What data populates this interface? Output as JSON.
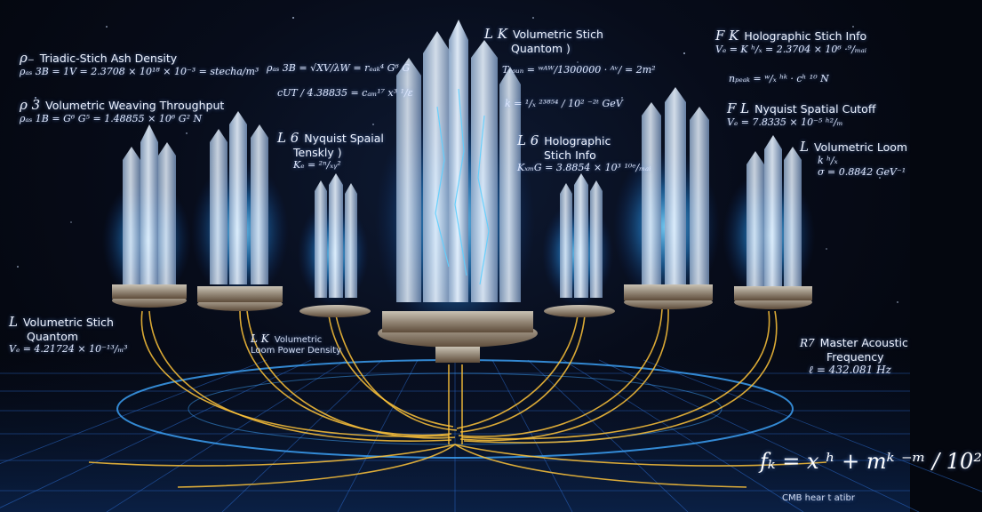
{
  "scene": {
    "description_colors": {
      "background": "#04070f",
      "crystal_glow": "#39b8ff",
      "filament": "#ffc43a",
      "grid": "#2d6fd6"
    }
  },
  "labels": [
    {
      "id": "triadic",
      "symbol": "ρ₋",
      "title": "Triadic-Stich Ash Density",
      "eq": "ρₐₛ 3B = 1V = 2.3708 × 10¹⁸ × 10⁻³ = stecha/m³"
    },
    {
      "id": "weaving",
      "symbol": "ρ 3",
      "title": "Volumetric Weaving Throughput",
      "eq": "ρₐₛ 1B = G⁶ G⁵ = 1.48855 × 10⁶ G² N"
    },
    {
      "id": "eqblock",
      "symbol": "",
      "title": "",
      "eq": "ρₐₛ 3B = √XV/λW = rₑₐₖ⁴ G⁶ G"
    },
    {
      "id": "eqblock2",
      "symbol": "",
      "title": "",
      "eq": "cUT / 4.38835 = cₐₘ¹⁷ x³ ¹/ε"
    },
    {
      "id": "nyquist_left",
      "symbol": "L 6",
      "title": "Nyquist Spaial",
      "title2": "Tenskly )",
      "eq": "Kₑ = ²ⁿ/ₓᵧ²"
    },
    {
      "id": "quantom_top",
      "symbol": "L K",
      "title": "Volumetric Stich",
      "title2": "Quantom )",
      "eq": "Tᵣₒᵤₙ = ʷᴬᵂ/1300000 · ᴬᵛ/ = 2m²"
    },
    {
      "id": "k_top",
      "symbol": "",
      "title": "",
      "eq": "k = ¹/ₓ ²³⁸⁵⁴ / 10² ⁻²ᵗ GeV"
    },
    {
      "id": "holo_mid",
      "symbol": "L 6",
      "title": "Holographic",
      "title2": "Stich Info",
      "eq": "KₓₘG = 3.8854 × 10³ ¹⁰ᵉ/ₘₐᵢ"
    },
    {
      "id": "holo_right",
      "symbol": "F K",
      "title": "Holographic Stich Info",
      "eq": "Vₑ = K ʰ/ₓ = 2.3704 × 10⁶ ·⁹/ₘₐᵢ"
    },
    {
      "id": "holo_right_eq2",
      "symbol": "",
      "title": "",
      "eq": "nₚₑₐₖ = ʷ/ₓ ʰᵏ · cʰ ¹⁰ N"
    },
    {
      "id": "nyquist_cut",
      "symbol": "F L",
      "title": "Nyquist Spatial Cutoff",
      "eq": "Vₑ = 7.8335 × 10⁻⁵ ʰ²/ₘ"
    },
    {
      "id": "loom_right",
      "symbol": "L",
      "title": "Volumetric Loom",
      "eq": "k ʰ/ₓ",
      "eq2": "σ = 0.8842 GeV⁻¹"
    },
    {
      "id": "quantom_left",
      "symbol": "L",
      "title": "Volumetric Stich",
      "title2": "Quantom",
      "eq": "Vₑ = 4.21724 × 10⁻¹³/ₘ³"
    },
    {
      "id": "loom_power",
      "symbol": "L K",
      "title": "Volumetric",
      "title2": "Loom Power Density",
      "eq": ""
    },
    {
      "id": "acoustic",
      "symbol": "R7",
      "title": "Master Acoustic",
      "title2": "Frequency",
      "eq": "ℓ = 432.081 Hz"
    },
    {
      "id": "big_formula",
      "symbol": "",
      "title": "",
      "eq": "fₖ = x ʰ + mᵏ ⁻ᵐ / 10²"
    },
    {
      "id": "cmb",
      "symbol": "",
      "title": "CMB hear t atibr",
      "eq": ""
    }
  ]
}
